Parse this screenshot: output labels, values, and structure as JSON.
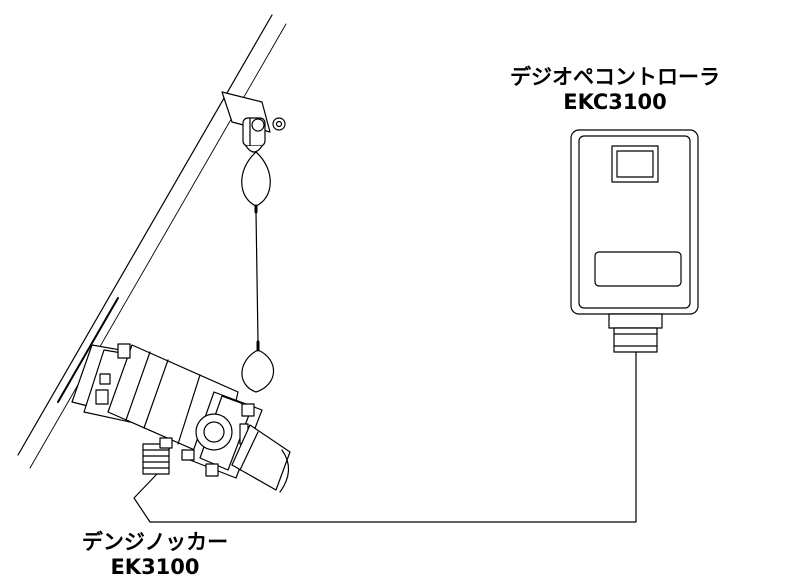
{
  "labels": {
    "controller_name": "デジオペコントローラ",
    "controller_model": "EKC3100",
    "device_name": "デンジノッカー",
    "device_model": "EK3100"
  },
  "colors": {
    "line": "#000000",
    "background": "#ffffff"
  }
}
